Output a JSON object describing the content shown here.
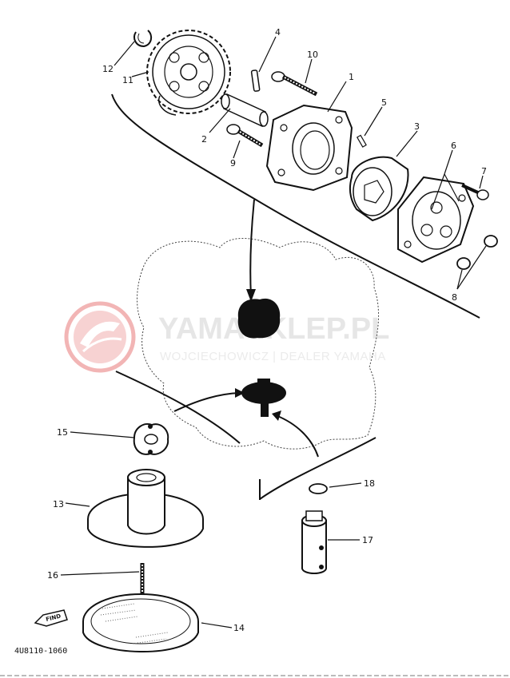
{
  "watermark": {
    "brand": "YAMASKLEP.PL",
    "tagline": "WOJCIECHOWICZ | DEALER YAMAHA",
    "logo_color": "#e57373",
    "text_color": "#e6e6e6"
  },
  "diagram_code": "4U8110-1060",
  "find_label": "FIND",
  "callouts": {
    "p1": "1",
    "p2": "2",
    "p3": "3",
    "p4": "4",
    "p5": "5",
    "p6": "6",
    "p7": "7",
    "p8": "8",
    "p9": "9",
    "p10": "10",
    "p11": "11",
    "p12": "12",
    "p13": "13",
    "p14": "14",
    "p15": "15",
    "p16": "16",
    "p17": "17",
    "p18": "18"
  }
}
